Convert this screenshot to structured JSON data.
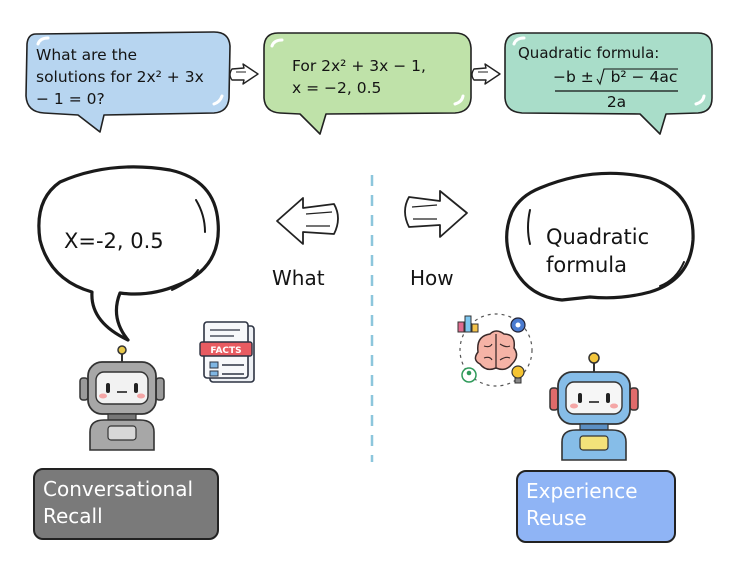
{
  "top_bubbles": {
    "question": {
      "lines": [
        "What are the",
        "solutions for 2x² + 3x",
        "− 1 = 0?"
      ],
      "color": "#b7d5f0"
    },
    "answer": {
      "lines": [
        "For 2x² + 3x − 1,",
        "x = −2, 0.5"
      ],
      "color": "#bfe2a9"
    },
    "formula": {
      "title": "Quadratic formula:",
      "numerator_prefix": "−b ± ",
      "sqrt_symbol": "√",
      "radicand": "b² − 4ac",
      "denominator": "2a",
      "color": "#a9ddc9"
    }
  },
  "left_panel": {
    "speech": "X=-2, 0.5",
    "question_word": "What",
    "facts_label": "FACTS",
    "box_label_lines": [
      "Conversational",
      "Recall"
    ],
    "box_color": "#7a7a7a"
  },
  "right_panel": {
    "speech_lines": [
      "Quadratic",
      "formula"
    ],
    "question_word": "How",
    "box_label_lines": [
      "Experience",
      "Reuse"
    ],
    "box_color": "#8fb4f5"
  },
  "divider_color": "#8cc6dc",
  "icons": [
    "arrow-right-icon",
    "arrow-left-icon",
    "facts-document-icon",
    "brain-network-icon",
    "robot-icon"
  ]
}
